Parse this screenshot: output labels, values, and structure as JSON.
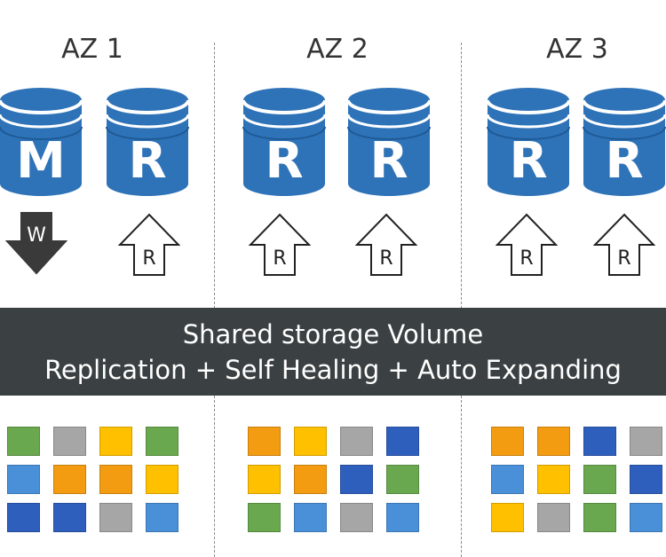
{
  "zones": [
    {
      "title": "AZ 1",
      "instances": [
        {
          "letter": "M"
        },
        {
          "letter": "R"
        }
      ],
      "ops": [
        "W",
        "R"
      ]
    },
    {
      "title": "AZ 2",
      "instances": [
        {
          "letter": "R"
        },
        {
          "letter": "R"
        }
      ],
      "ops": [
        "R",
        "R"
      ]
    },
    {
      "title": "AZ 3",
      "instances": [
        {
          "letter": "R"
        },
        {
          "letter": "R"
        }
      ],
      "ops": [
        "R",
        "R"
      ]
    }
  ],
  "storage": {
    "line1": "Shared storage Volume",
    "line2": "Replication + Self Healing + Auto Expanding"
  },
  "colors": {
    "db_blue": "#2e73b8",
    "db_blue_dark": "#1f5a96",
    "banner": "#3b4142",
    "write_arrow": "#3a3a3a",
    "green": "#6aa84f",
    "gray": "#a6a6a6",
    "yellow": "#ffc000",
    "orange": "#f39c12",
    "light_blue": "#4a90d9",
    "dark_blue": "#2f5fbd"
  },
  "blocks": [
    [
      [
        "green",
        "gray",
        "yellow",
        "green"
      ],
      [
        "light_blue",
        "orange",
        "orange",
        "yellow"
      ],
      [
        "dark_blue",
        "dark_blue",
        "gray",
        "light_blue"
      ]
    ],
    [
      [
        "orange",
        "yellow",
        "gray",
        "dark_blue"
      ],
      [
        "yellow",
        "orange",
        "dark_blue",
        "green"
      ],
      [
        "green",
        "light_blue",
        "gray",
        "light_blue"
      ]
    ],
    [
      [
        "orange",
        "orange",
        "dark_blue",
        "gray"
      ],
      [
        "light_blue",
        "yellow",
        "green",
        "dark_blue"
      ],
      [
        "yellow",
        "gray",
        "green",
        "light_blue"
      ]
    ]
  ]
}
